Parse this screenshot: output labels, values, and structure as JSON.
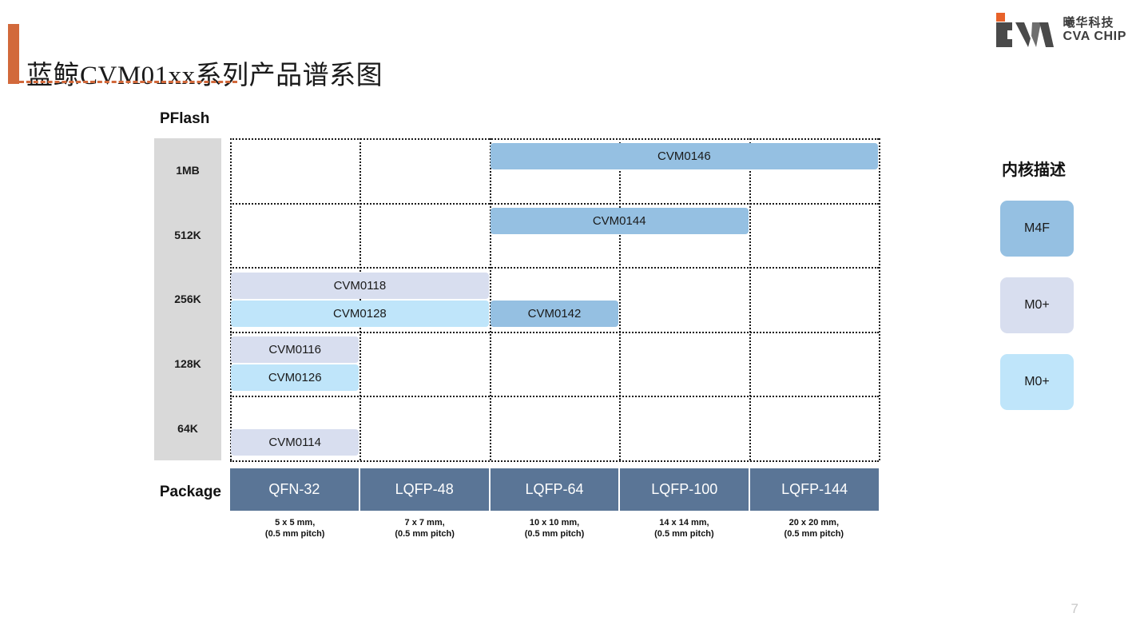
{
  "header": {
    "title": "蓝鲸CVM01xx系列产品谱系图",
    "accent_color": "#D2693B"
  },
  "logo": {
    "chinese_name": "曦华科技",
    "english_name": "CVA CHIP",
    "mark_text": "CVA"
  },
  "matrix": {
    "y_axis_title": "PFlash",
    "y_axis_ticks": [
      "1MB",
      "512K",
      "256K",
      "128K",
      "64K"
    ],
    "x_axis_title": "Package",
    "packages": [
      {
        "name": "QFN-32",
        "dimensions": "5 x 5 mm,\n(0.5 mm pitch)"
      },
      {
        "name": "LQFP-48",
        "dimensions": "7 x 7 mm,\n(0.5 mm pitch)"
      },
      {
        "name": "LQFP-64",
        "dimensions": "10 x 10 mm,\n(0.5 mm pitch)"
      },
      {
        "name": "LQFP-100",
        "dimensions": "14 x 14 mm,\n(0.5 mm pitch)"
      },
      {
        "name": "LQFP-144",
        "dimensions": "20 x 20 mm,\n(0.5 mm pitch)"
      }
    ],
    "axis_background": "#D9D9D9",
    "package_cell_color": "#5A7596",
    "gridline_color": "#1a1a1a"
  },
  "chart_data": {
    "type": "bar",
    "title": "蓝鲸CVM01xx系列产品谱系图",
    "xlabel": "Package",
    "ylabel": "PFlash",
    "categories": [
      "QFN-32",
      "LQFP-48",
      "LQFP-64",
      "LQFP-100",
      "LQFP-144"
    ],
    "y_categories": [
      "1MB",
      "512K",
      "256K",
      "128K",
      "64K"
    ],
    "grid": true,
    "legend_position": "right",
    "products": [
      {
        "name": "CVM0146",
        "pflash": "1MB",
        "row": 0,
        "col_start": 3,
        "col_end": 5,
        "sub_row": 0,
        "core": "M4F",
        "color": "#95C0E2"
      },
      {
        "name": "CVM0144",
        "pflash": "512K",
        "row": 1,
        "col_start": 3,
        "col_end": 4,
        "sub_row": 0,
        "core": "M4F",
        "color": "#95C0E2"
      },
      {
        "name": "CVM0118",
        "pflash": "256K",
        "row": 2,
        "col_start": 1,
        "col_end": 2,
        "sub_row": 0,
        "core": "M0+",
        "color": "#D8DEEF"
      },
      {
        "name": "CVM0128",
        "pflash": "256K",
        "row": 2,
        "col_start": 1,
        "col_end": 2,
        "sub_row": 1,
        "core": "M0+",
        "color": "#BFE5FA"
      },
      {
        "name": "CVM0142",
        "pflash": "256K",
        "row": 2,
        "col_start": 3,
        "col_end": 3,
        "sub_row": 1,
        "core": "M4F",
        "color": "#95C0E2"
      },
      {
        "name": "CVM0116",
        "pflash": "128K",
        "row": 3,
        "col_start": 1,
        "col_end": 1,
        "sub_row": 0,
        "core": "M0+",
        "color": "#D8DEEF"
      },
      {
        "name": "CVM0126",
        "pflash": "128K",
        "row": 3,
        "col_start": 1,
        "col_end": 1,
        "sub_row": 1,
        "core": "M0+",
        "color": "#BFE5FA"
      },
      {
        "name": "CVM0114",
        "pflash": "64K",
        "row": 4,
        "col_start": 1,
        "col_end": 1,
        "sub_row": 1,
        "core": "M0+",
        "color": "#D8DEEF"
      }
    ]
  },
  "legend": {
    "title": "内核描述",
    "items": [
      {
        "label": "M4F",
        "color": "#95C0E2"
      },
      {
        "label": "M0+",
        "color": "#D8DEEF"
      },
      {
        "label": "M0+",
        "color": "#BFE5FA"
      }
    ]
  },
  "footer": {
    "page_number": "7"
  }
}
